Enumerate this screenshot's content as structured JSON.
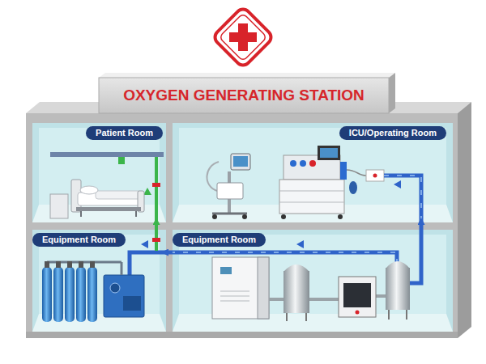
{
  "diagram": {
    "nodes": [
      {
        "text": [
          "OXYGEN GENERATING STATION"
        ]
      },
      {
        "text": [
          "Patient Room"
        ],
        "in": 0
      },
      {
        "text": [
          "ICU/Operating Room"
        ],
        "in": 0
      },
      {
        "text": [
          "Equipment Room"
        ],
        "in": 0
      },
      {
        "text": [
          "Equipment Room"
        ],
        "in": 0
      }
    ],
    "edges": [
      {
        "from": 4,
        "to": 2,
        "arrow": "to"
      },
      {
        "from": 4,
        "to": 3,
        "arrow": "to"
      },
      {
        "from": 3,
        "to": 1,
        "arrow": "to"
      }
    ]
  }
}
